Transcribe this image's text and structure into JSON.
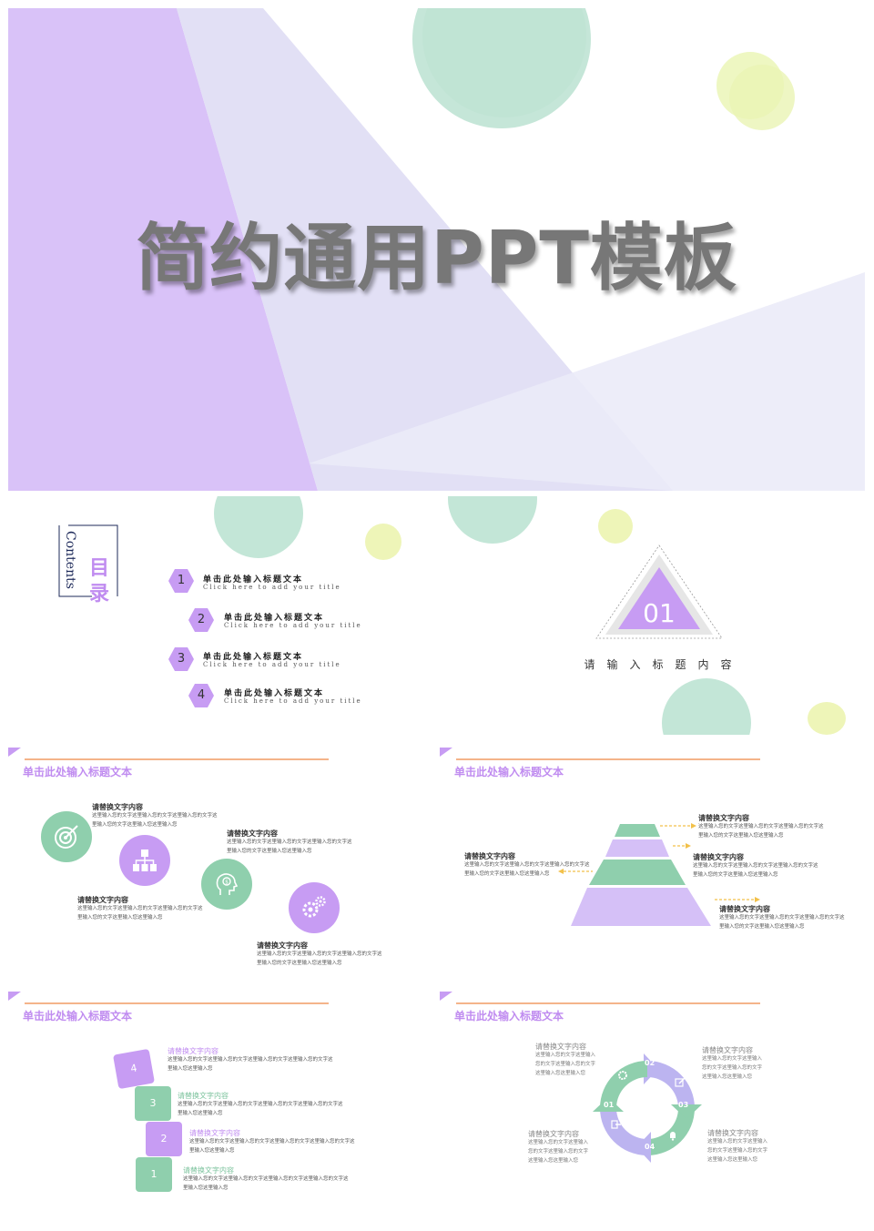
{
  "cover": {
    "title": "简约通用PPT模板"
  },
  "contents": {
    "word": "Contents",
    "heading": "目录",
    "items": [
      {
        "num": "1",
        "title": "单击此处输入标题文本",
        "subtitle": "Click here to add your title"
      },
      {
        "num": "2",
        "title": "单击此处输入标题文本",
        "subtitle": "Click here to add your title"
      },
      {
        "num": "3",
        "title": "单击此处输入标题文本",
        "subtitle": "Click here to add your title"
      },
      {
        "num": "4",
        "title": "单击此处输入标题文本",
        "subtitle": "Click here to add your title"
      }
    ]
  },
  "section": {
    "number": "01",
    "label": "请输入标题内容"
  },
  "slides": [
    {
      "heading": "单击此处输入标题文本",
      "items": [
        {
          "label": "请替换文字内容",
          "text": "这里输入您的文字这里输入您的文字这里输入您的文字这里输入您的文字这里输入您这里输入您"
        },
        {
          "label": "请替换文字内容",
          "text": "这里输入您的文字这里输入您的文字这里输入您的文字这里输入您的文字这里输入您这里输入您"
        },
        {
          "label": "请替换文字内容",
          "text": "这里输入您的文字这里输入您的文字这里输入您的文字这里输入您的文字这里输入您这里输入您"
        },
        {
          "label": "请替换文字内容",
          "text": "这里输入您的文字这里输入您的文字这里输入您的文字这里输入您的文字这里输入您这里输入您"
        }
      ]
    },
    {
      "heading": "单击此处输入标题文本",
      "items": [
        {
          "label": "请替换文字内容",
          "text": "这里输入您的文字这里输入您的文字这里输入您的文字这里输入您的文字这里输入您这里输入您"
        },
        {
          "label": "请替换文字内容",
          "text": "这里输入您的文字这里输入您的文字这里输入您的文字这里输入您的文字这里输入您这里输入您"
        },
        {
          "label": "请替换文字内容",
          "text": "这里输入您的文字这里输入您的文字这里输入您的文字这里输入您的文字这里输入您这里输入您"
        },
        {
          "label": "请替换文字内容",
          "text": "这里输入您的文字这里输入您的文字这里输入您的文字这里输入您的文字这里输入您这里输入您"
        }
      ]
    },
    {
      "heading": "单击此处输入标题文本",
      "items": [
        {
          "num": "4",
          "label": "请替换文字内容",
          "text": "这里输入您的文字这里输入您的文字这里输入您的文字这里输入您的文字这里输入您这里输入您"
        },
        {
          "num": "3",
          "label": "请替换文字内容",
          "text": "这里输入您的文字这里输入您的文字这里输入您的文字这里输入您的文字这里输入您这里输入您"
        },
        {
          "num": "2",
          "label": "请替换文字内容",
          "text": "这里输入您的文字这里输入您的文字这里输入您的文字这里输入您的文字这里输入您这里输入您"
        },
        {
          "num": "1",
          "label": "请替换文字内容",
          "text": "这里输入您的文字这里输入您的文字这里输入您的文字这里输入您的文字这里输入您这里输入您"
        }
      ]
    },
    {
      "heading": "单击此处输入标题文本",
      "cycle": [
        "01",
        "02",
        "03",
        "04"
      ],
      "items": [
        {
          "label": "请替换文字内容",
          "text": "这里输入您的文字这里输入您的文字这里输入您的文字这里输入您这里输入您"
        },
        {
          "label": "请替换文字内容",
          "text": "这里输入您的文字这里输入您的文字这里输入您的文字这里输入您这里输入您"
        },
        {
          "label": "请替换文字内容",
          "text": "这里输入您的文字这里输入您的文字这里输入您的文字这里输入您这里输入您"
        },
        {
          "label": "请替换文字内容",
          "text": "这里输入您的文字这里输入您的文字这里输入您的文字这里输入您这里输入您"
        }
      ]
    }
  ],
  "icons": [
    "target-icon",
    "org-chart-icon",
    "head-idea-icon",
    "gears-icon",
    "edit-icon",
    "bell-icon",
    "exit-icon"
  ],
  "colors": {
    "purple": "#c79cf3",
    "lavender": "#dcdcf4",
    "mint": "#8fcfad",
    "mint-light": "#c3e6d7",
    "yellow": "#eef5b8",
    "orange-line": "#f4b48a",
    "title-gray": "#777777"
  }
}
